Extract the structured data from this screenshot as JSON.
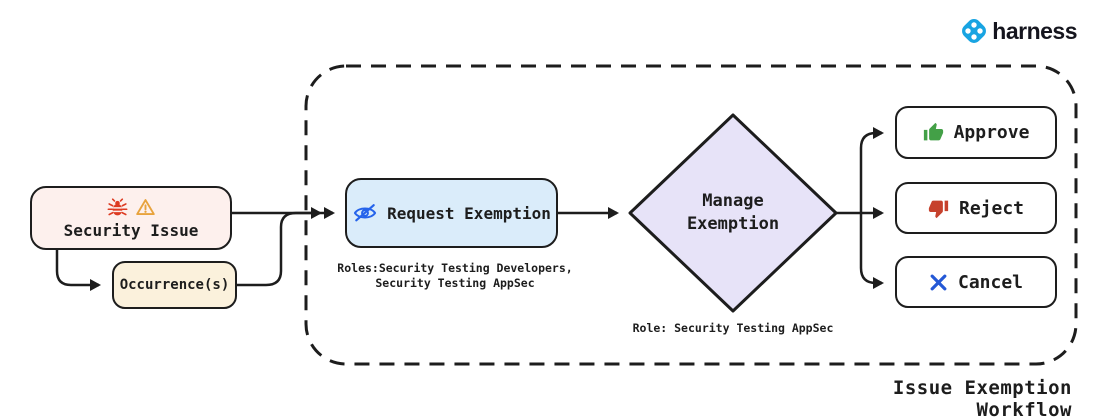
{
  "brand": {
    "name": "harness"
  },
  "diagram": {
    "title": "Issue Exemption Workflow",
    "security_issue": {
      "label": "Security Issue"
    },
    "occurrences": {
      "label": "Occurrence(s)"
    },
    "request_exemption": {
      "label": "Request Exemption",
      "roles_line1": "Roles:Security Testing Developers,",
      "roles_line2": "Security Testing AppSec"
    },
    "manage_exemption": {
      "line1": "Manage",
      "line2": "Exemption",
      "role": "Role: Security Testing AppSec"
    },
    "outcomes": {
      "approve": "Approve",
      "reject": "Reject",
      "cancel": "Cancel"
    },
    "colors": {
      "security_issue_bg": "#fdf0ed",
      "occurrences_bg": "#fbf1dc",
      "request_exemption_bg": "#daecfa",
      "manage_exemption_bg": "#e7e3f8",
      "approve_icon": "#43a047",
      "reject_icon": "#c6412c",
      "cancel_icon": "#2458d6",
      "bug_icon": "#dd3b22",
      "warning_icon": "#e8a33d",
      "eye_off_icon": "#2563eb",
      "brand_blue": "#18a4e2",
      "stroke": "#1d1d1d"
    }
  }
}
